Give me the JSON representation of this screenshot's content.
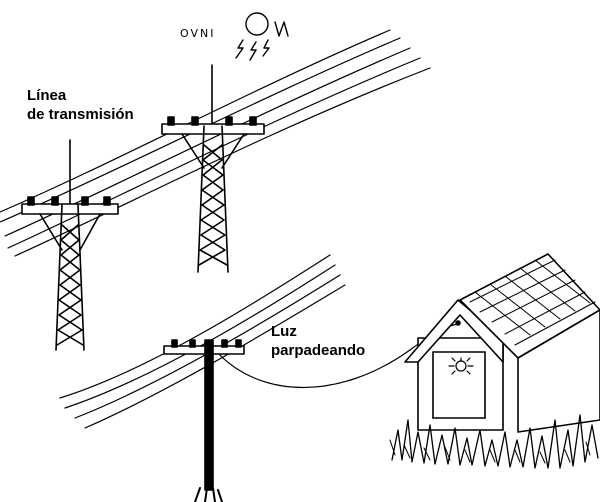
{
  "labels": {
    "transmission_line": [
      "Línea",
      "de transmisión"
    ],
    "blinking_light": [
      "Luz",
      "parpadeando"
    ],
    "ufo": "OVNI"
  },
  "colors": {
    "ink": "#000000",
    "paper": "#ffffff"
  },
  "icons": {
    "ufo": "circle-ufo-icon",
    "sparks": "lightning-spark-icon",
    "lamp": "light-bulb-icon"
  }
}
